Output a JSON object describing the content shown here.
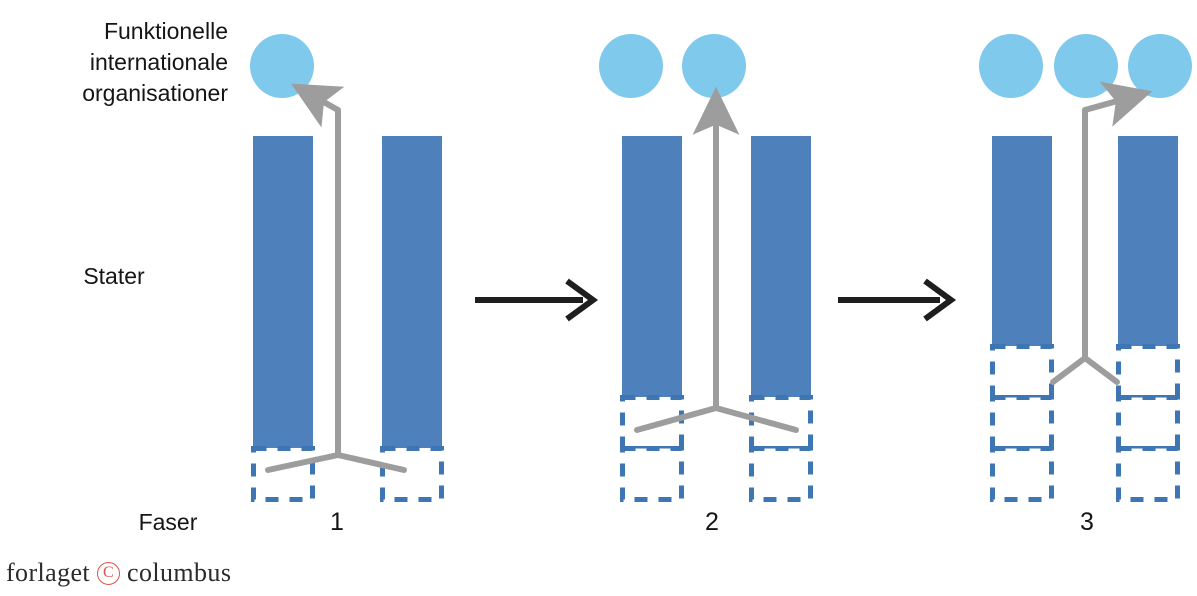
{
  "title": "Funktionelle\ninternationale\norganisationer",
  "row_label": "Stater",
  "axis_label": "Faser",
  "logo": {
    "prefix": "forlaget",
    "mark": "copyright-icon",
    "suffix": "columbus",
    "mark_color": "#d9564c"
  },
  "colors": {
    "state_bar": "#4E81BC",
    "organisation_circle": "#7FC9EC",
    "dashed_outline": "#3E76B4",
    "internal_arrow": "#9D9D9D",
    "phase_arrow": "#1E1E1E",
    "text": "#151515",
    "background": "#FFFFFF"
  },
  "chart_data": {
    "type": "diagram",
    "title": "Funktionelle internationale organisationer",
    "row_labels": [
      "Funktionelle internationale organisationer",
      "Stater"
    ],
    "axis_label": "Faser",
    "phases": [
      {
        "number": "1",
        "label": "1",
        "organisations": 1,
        "states": 2,
        "delegated_blocks_per_state": 1,
        "solid_blocks_per_state": 3,
        "arrow_direction": "up-left"
      },
      {
        "number": "2",
        "label": "2",
        "organisations": 2,
        "states": 2,
        "delegated_blocks_per_state": 2,
        "solid_blocks_per_state": 2,
        "arrow_direction": "up"
      },
      {
        "number": "3",
        "label": "3",
        "organisations": 3,
        "states": 2,
        "delegated_blocks_per_state": 3,
        "solid_blocks_per_state": 1,
        "arrow_direction": "up-right"
      }
    ],
    "transitions": [
      {
        "from": "1",
        "to": "2",
        "glyph": "arrow-right"
      },
      {
        "from": "2",
        "to": "3",
        "glyph": "arrow-right"
      }
    ]
  }
}
